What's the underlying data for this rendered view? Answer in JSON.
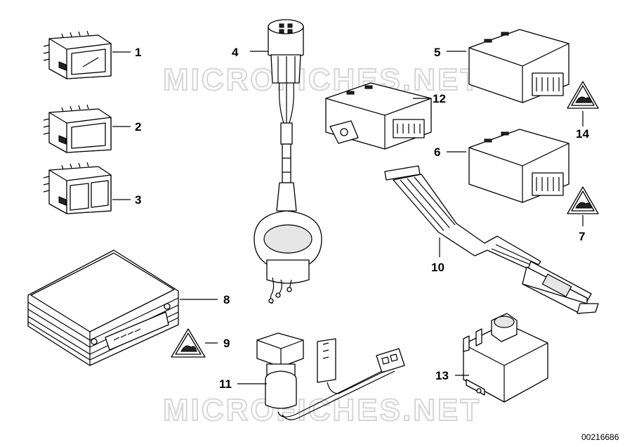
{
  "watermark": {
    "text": "MICROFICHES.NET"
  },
  "part_number": "00216686",
  "callouts": [
    {
      "id": "1",
      "label": "1"
    },
    {
      "id": "2",
      "label": "2"
    },
    {
      "id": "3",
      "label": "3"
    },
    {
      "id": "4",
      "label": "4"
    },
    {
      "id": "5",
      "label": "5"
    },
    {
      "id": "6",
      "label": "6"
    },
    {
      "id": "7",
      "label": "7"
    },
    {
      "id": "8",
      "label": "8"
    },
    {
      "id": "9",
      "label": "9"
    },
    {
      "id": "10",
      "label": "10"
    },
    {
      "id": "11",
      "label": "11"
    },
    {
      "id": "12",
      "label": "12"
    },
    {
      "id": "13",
      "label": "13"
    },
    {
      "id": "14",
      "label": "14"
    }
  ]
}
